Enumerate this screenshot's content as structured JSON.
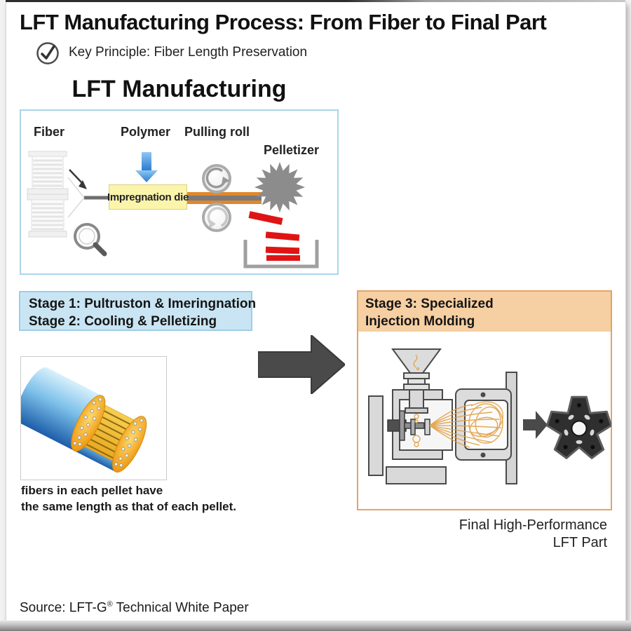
{
  "header": {
    "title": "LFT Manufacturing Process: From Fiber to Final Part",
    "key_principle": "Key Principle: Fiber Length Preservation"
  },
  "process": {
    "heading": "LFT Manufacturing",
    "labels": {
      "fiber": "Fiber",
      "polymer": "Polymer",
      "pulling_roll": "Pulling roll",
      "pelletizer": "Pelletizer",
      "impregnation_die": "Impregnation die"
    }
  },
  "stages": {
    "stage1_2": {
      "line1": "Stage 1: Pultruston & Imeringnation",
      "line2": "Stage 2: Cooling & Pelletizing"
    },
    "stage3": {
      "line1": "Stage 3: Specialized",
      "line2": "Injection Molding"
    }
  },
  "pellet": {
    "caption_line1": "fibers in each pellet have",
    "caption_line2": "the same length as that of each pellet."
  },
  "final_part": {
    "line1": "Final High-Performance",
    "line2": "LFT Part"
  },
  "footer": {
    "source_prefix": "Source: LFT-G",
    "source_mark": "®",
    "source_suffix": " Technical White Paper"
  },
  "icons": {
    "check_circle": "circled checkmark",
    "fiber_spool": "stacked fiber spools",
    "polymer_arrow": "blue down arrow",
    "pulling_rolls": "rotating pull rolls",
    "pelletizer_wheel": "spiked cutter wheel",
    "magnifier": "magnifying glass",
    "pellet_bin": "open container with red pellets",
    "flow_arrow": "large right arrow",
    "machine": "injection molding machine",
    "molded_part": "black star-shaped molded part"
  },
  "colors": {
    "stage12_fill": "#c9e5f3",
    "stage12_border": "#9ccfe6",
    "stage3_fill": "#f6cfa2",
    "stage3_border": "#e2a468",
    "diagram_border": "#a9d6e8",
    "strand_orange": "#e2872b",
    "pellet_red": "#e01414",
    "polymer_blue": "#2b7cd3",
    "die_yellow": "#fbf4ab",
    "machine_gray": "#d9d9d9",
    "flow_arrow_gray": "#4a4a4a",
    "cylinder_blue": "#1d5da9",
    "cylinder_orange": "#f2a11c"
  }
}
